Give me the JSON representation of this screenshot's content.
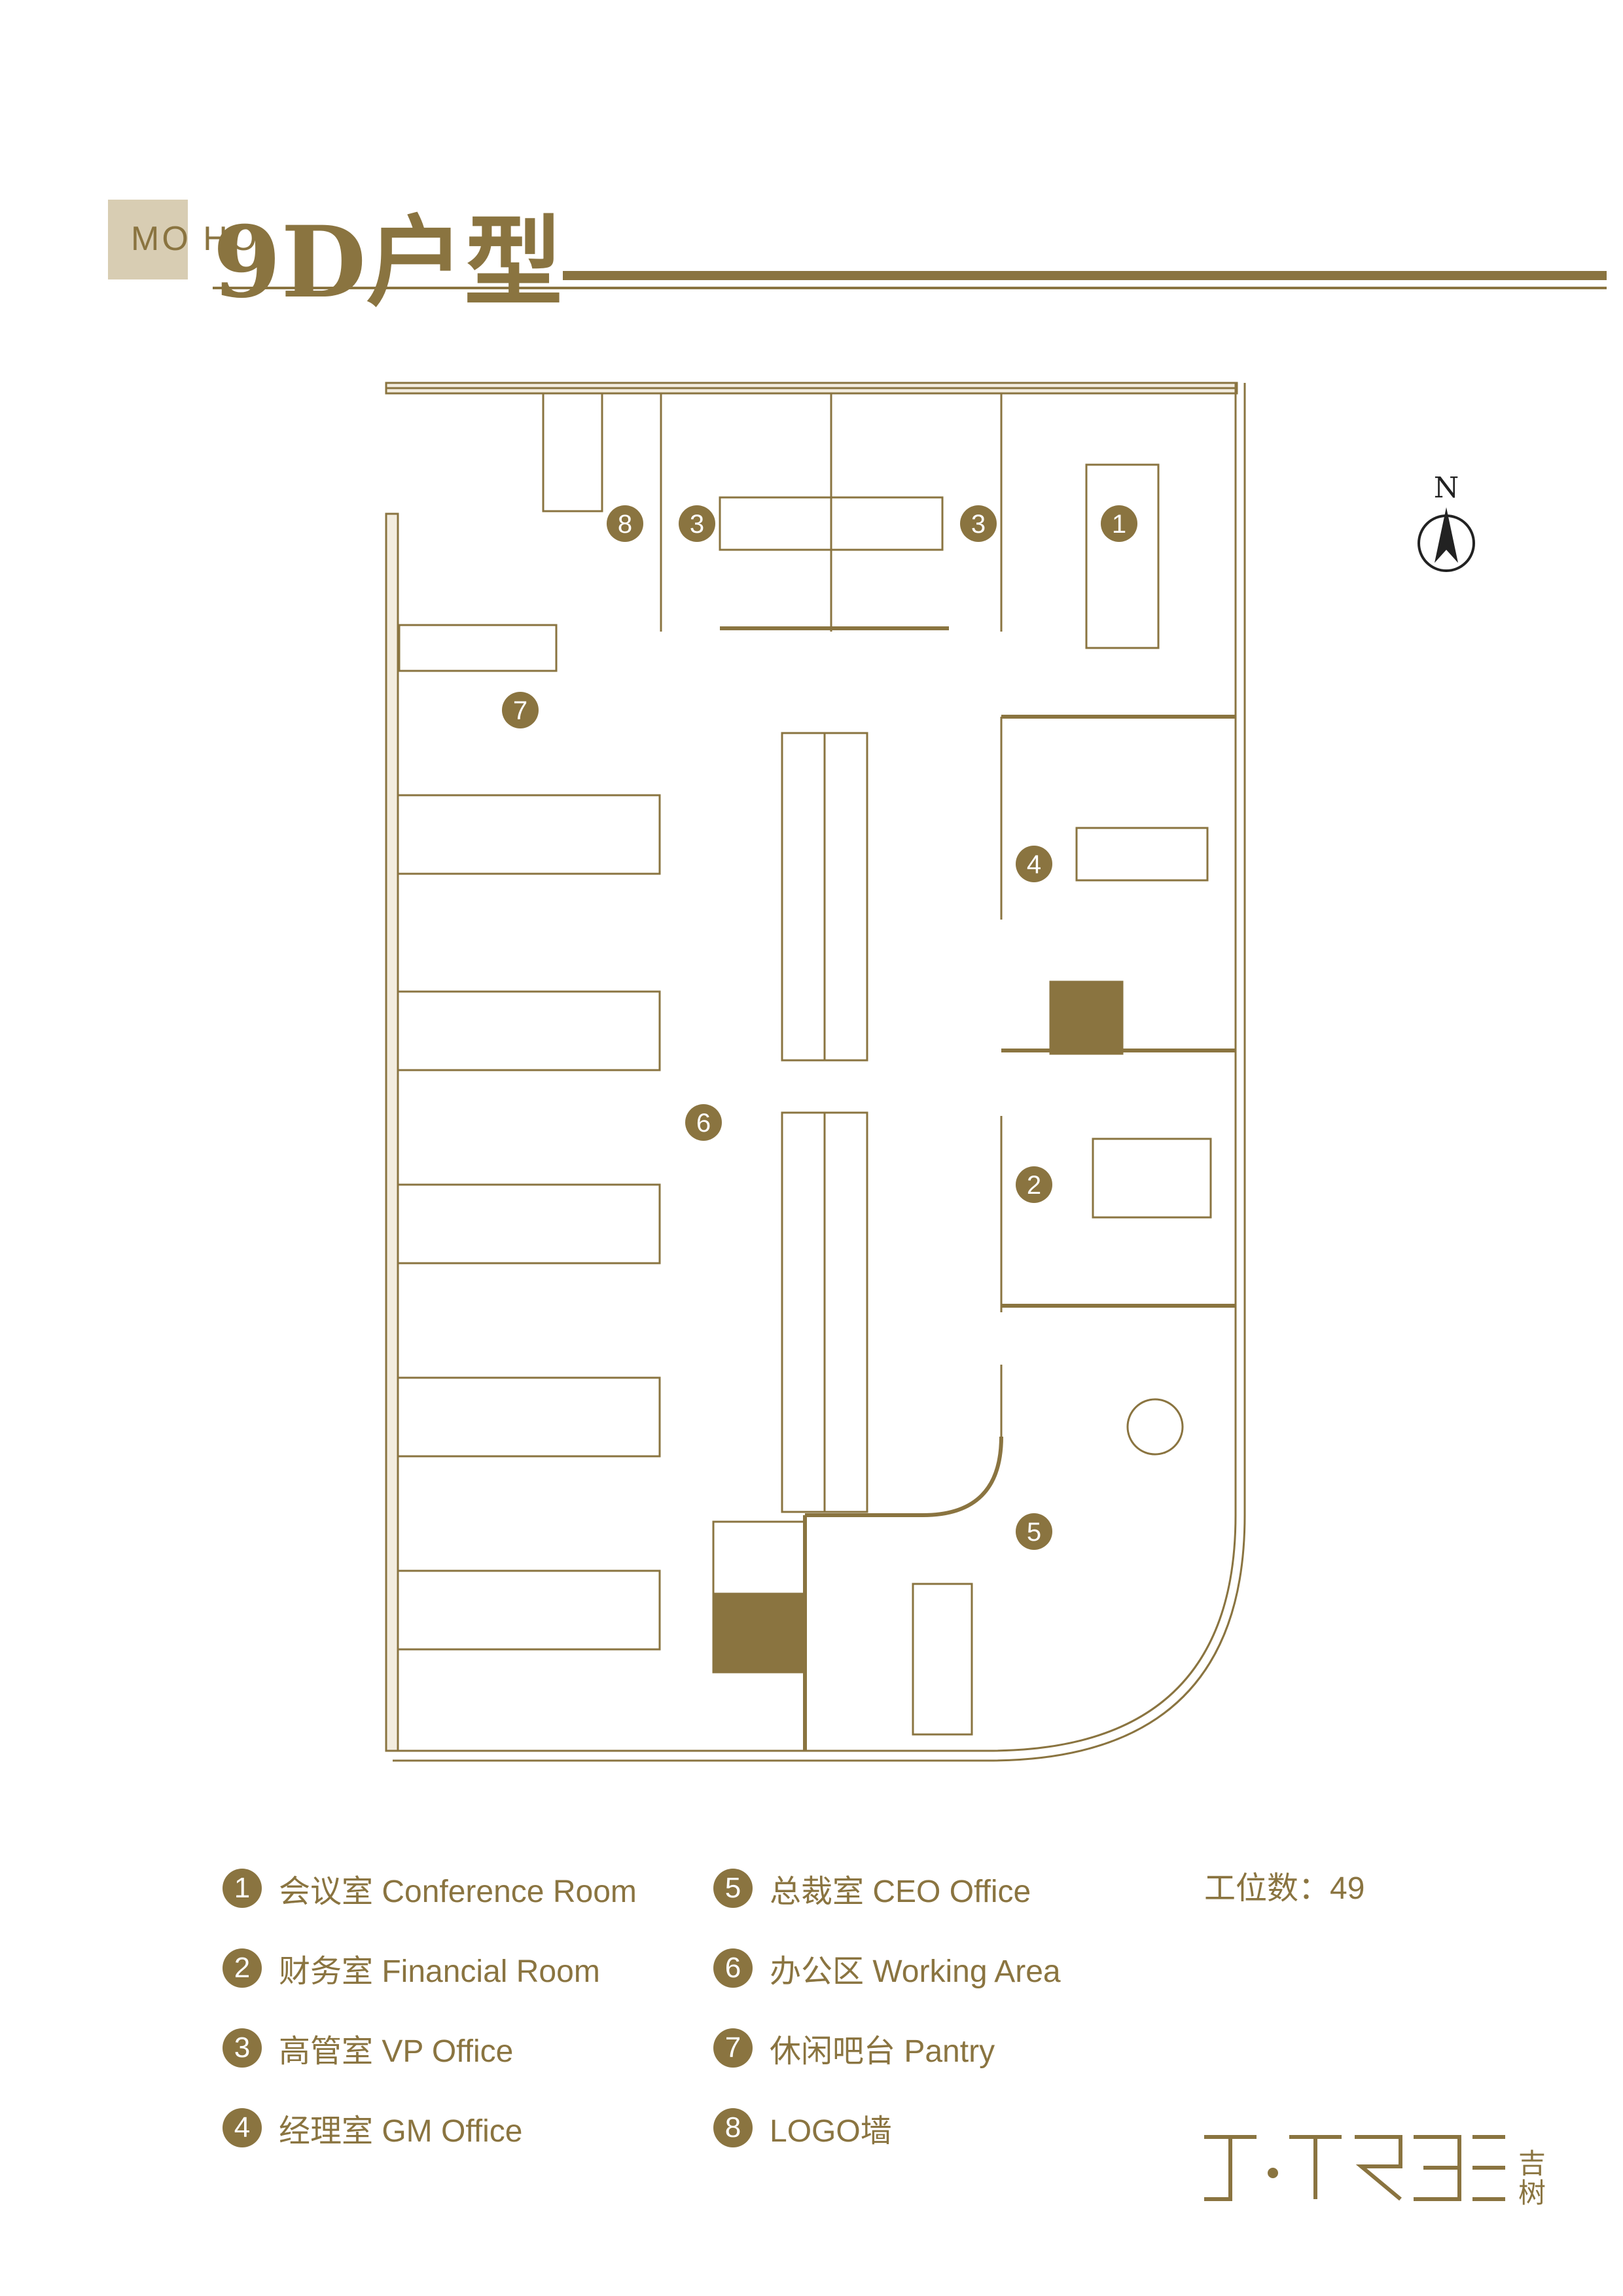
{
  "header": {
    "logo_text": "MO HO",
    "title": "9D户型"
  },
  "compass": {
    "label": "N"
  },
  "plan": {
    "room_numbers": [
      "8",
      "3",
      "3",
      "1",
      "7",
      "4",
      "6",
      "2",
      "5"
    ]
  },
  "legend": {
    "items": [
      {
        "num": "1",
        "label": "会议室 Conference Room"
      },
      {
        "num": "2",
        "label": "财务室 Financial Room"
      },
      {
        "num": "3",
        "label": "高管室 VP Office"
      },
      {
        "num": "4",
        "label": "经理室 GM Office"
      },
      {
        "num": "5",
        "label": "总裁室 CEO Office"
      },
      {
        "num": "6",
        "label": "办公区 Working Area"
      },
      {
        "num": "7",
        "label": "休闲吧台 Pantry"
      },
      {
        "num": "8",
        "label": "LOGO墙"
      }
    ],
    "workstations": "工位数：49"
  },
  "brand": {
    "name": "J·TREE吉树"
  },
  "colors": {
    "accent": "#8a7440",
    "light": "#d8cdb3"
  }
}
